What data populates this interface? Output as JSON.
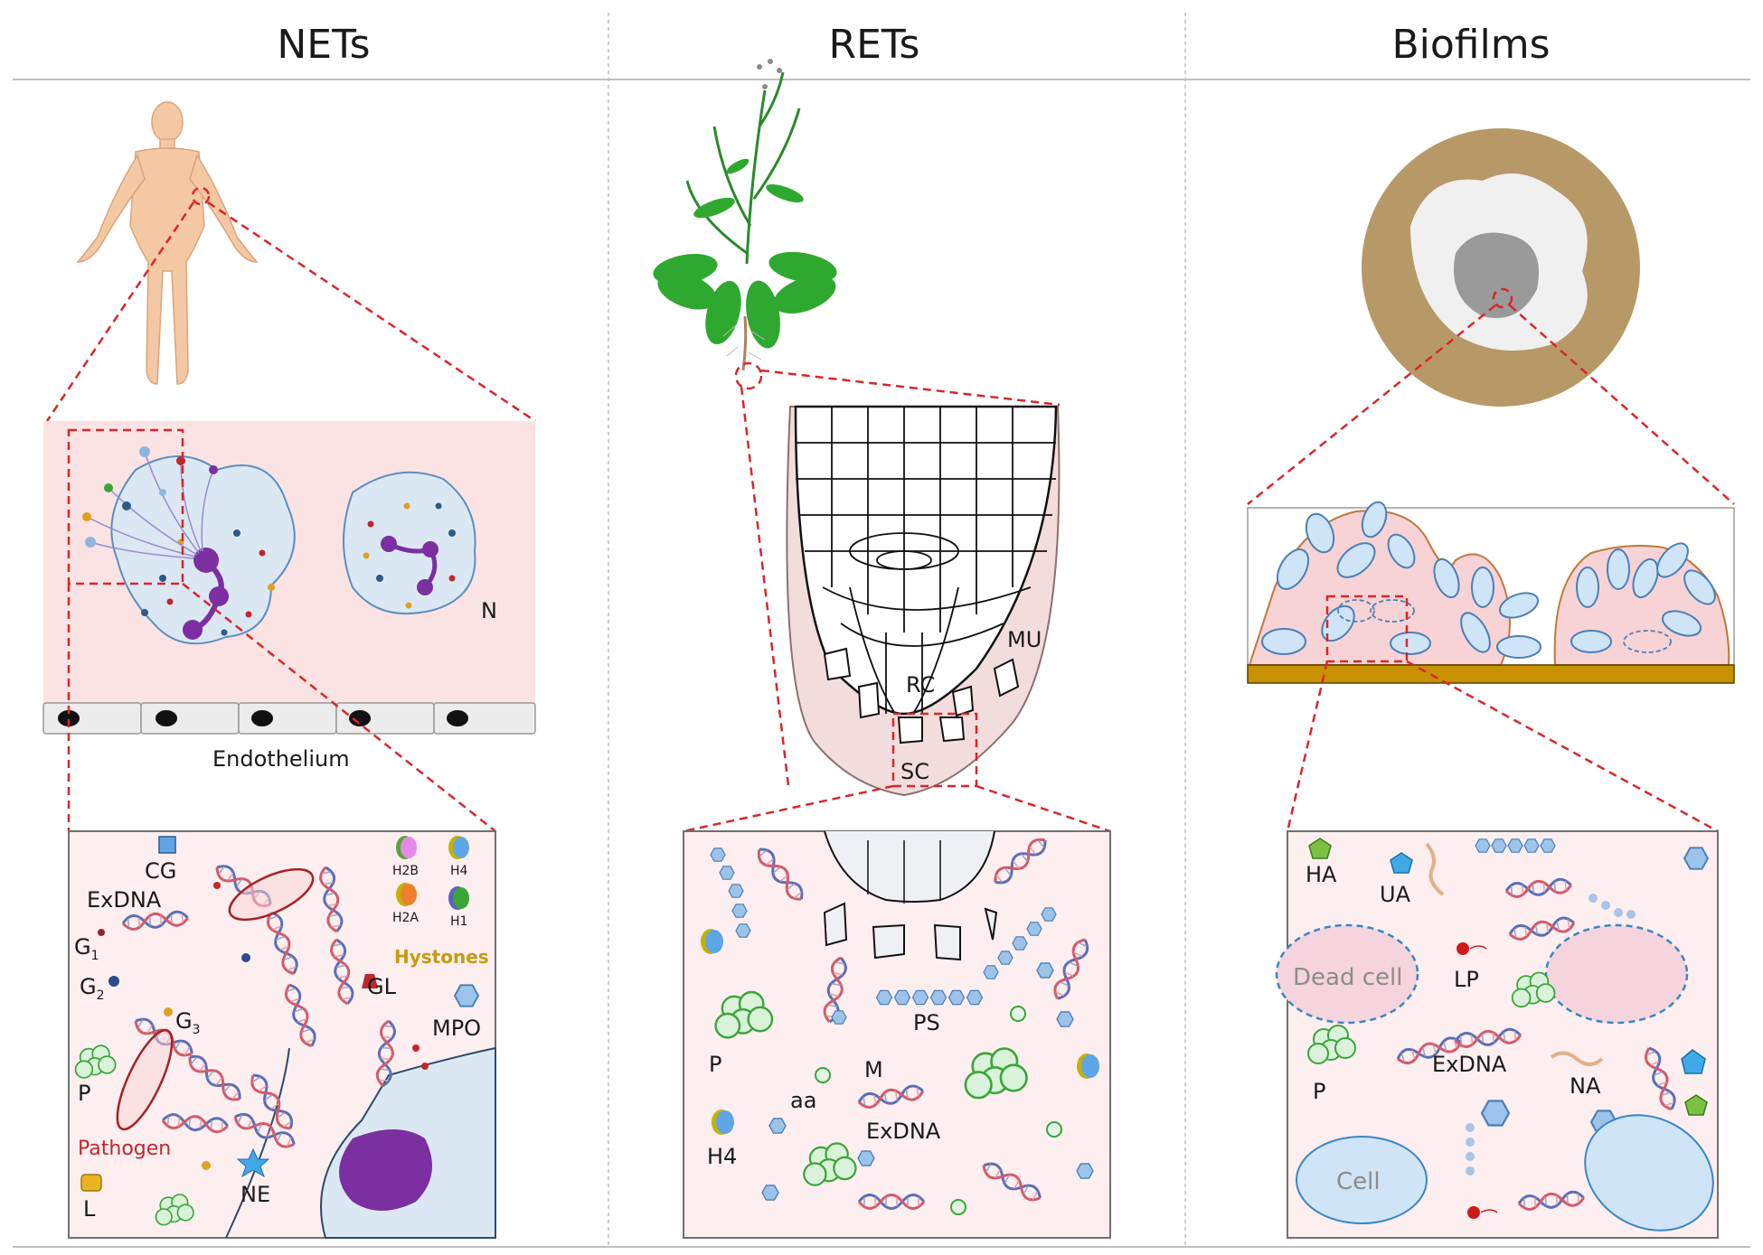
{
  "headers": [
    "NETs",
    "RETs",
    "Biofilms"
  ],
  "nets": {
    "cell_label": "N",
    "endothelium": "Endothelium",
    "detail_labels": {
      "cg": "CG",
      "exdna": "ExDNA",
      "g1": "G",
      "g1_sub": "1",
      "g2": "G",
      "g2_sub": "2",
      "g3": "G",
      "g3_sub": "3",
      "gl": "GL",
      "mpo": "MPO",
      "p": "P",
      "pathogen": "Pathogen",
      "l": "L",
      "ne": "NE",
      "h2b": "H2B",
      "h4": "H4",
      "h2a": "H2A",
      "h1": "H1",
      "histones": "Hystones"
    }
  },
  "rets": {
    "mu": "MU",
    "rc": "RC",
    "sc": "SC",
    "detail_labels": {
      "h4": "H4",
      "p": "P",
      "aa": "aa",
      "m": "M",
      "exdna": "ExDNA",
      "ps": "PS"
    }
  },
  "biofilms": {
    "detail_labels": {
      "ha": "HA",
      "ua": "UA",
      "dead_cell": "Dead cell",
      "lp": "LP",
      "p": "P",
      "exdna": "ExDNA",
      "na": "NA",
      "cell": "Cell"
    }
  },
  "colors": {
    "accent_red": "#d9262b",
    "pink_bg": "#fbe3e4",
    "cell_blue": "#dbe8f4",
    "purple": "#7b2fa0",
    "soil": "#b79968",
    "substrate": "#c79100",
    "leaf_green": "#2ea82e"
  },
  "icons": [
    "human-figure-icon",
    "plant-icon",
    "biofilm-sample-icon",
    "dna-strand-icon",
    "histone-icon",
    "granule-icon",
    "hexagon-protein-icon"
  ]
}
